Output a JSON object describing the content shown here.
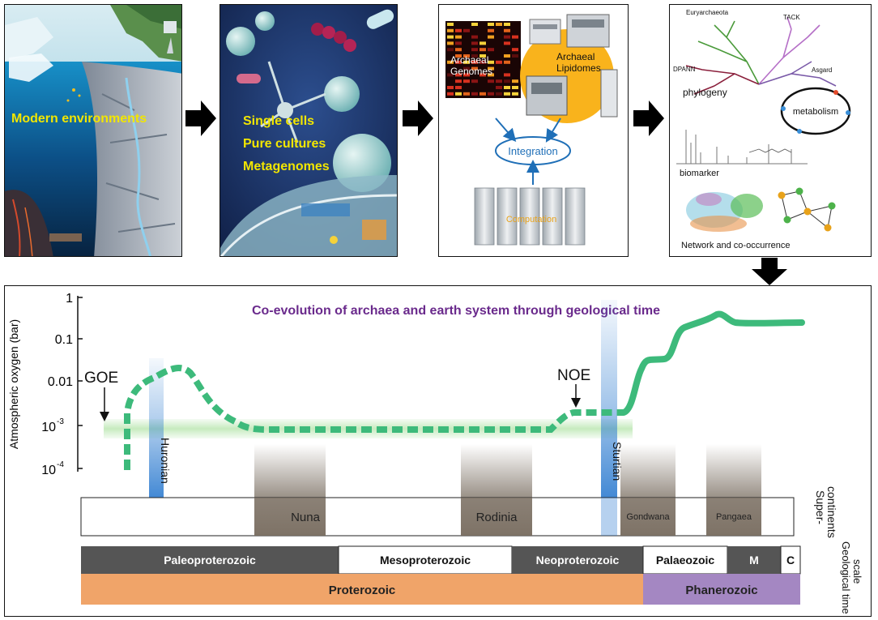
{
  "panels": {
    "environments": {
      "label": "Modern environments"
    },
    "cultivation": {
      "lines": [
        "Single cells",
        "Pure cultures",
        "Metagenomes"
      ]
    },
    "omics": {
      "genomes_label": [
        "Archaeal",
        "Genomes"
      ],
      "lipidomes_label": [
        "Archaeal",
        "Lipidomes"
      ],
      "integration_label": "Integration",
      "computation_label": "Computation"
    },
    "analysis": {
      "tree_labels": {
        "euryarchaeota": "Euryarchaeota",
        "tack": "TACK",
        "dpann": "DPANN",
        "asgard": "Asgard"
      },
      "phylogeny_label": "phylogeny",
      "metabolism_label": "metabolism",
      "biomarker_label": "biomarker",
      "network_label": "Network and co-occurrence"
    }
  },
  "timeline": {
    "title": "Co-evolution of archaea and earth system through geological time",
    "y_axis_label": "Atmospheric oxygen (bar)",
    "y_ticks": [
      "1",
      "0.1",
      "0.01",
      "10",
      "10"
    ],
    "y_tick_superscripts": [
      "",
      "",
      "",
      "-3",
      "-4"
    ],
    "events": {
      "goe": "GOE",
      "noe": "NOE"
    },
    "glaciations": [
      "Huronian",
      "Sturtian"
    ],
    "supercontinents": [
      "Nuna",
      "Rodinia",
      "Gondwana",
      "Pangaea"
    ],
    "supercontinents_label": [
      "Super-",
      "continents"
    ],
    "geological_label": [
      "Geological time",
      "scale"
    ],
    "eras": [
      "Paleoproterozoic",
      "Mesoproterozoic",
      "Neoproterozoic",
      "Palaeozoic",
      "M",
      "C"
    ],
    "eons": [
      "Proterozoic",
      "Phanerozoic"
    ],
    "colors": {
      "oxygen_curve": "#3dba7b",
      "green_band": "#c8ecc1",
      "title": "#6a2a8c",
      "eon_proterozoic": "#f0a469",
      "eon_phanerozoic": "#a487c2",
      "era_dark": "#555555",
      "glaciation": "#2e7cd0",
      "supercontinent": "#776b5e"
    }
  }
}
